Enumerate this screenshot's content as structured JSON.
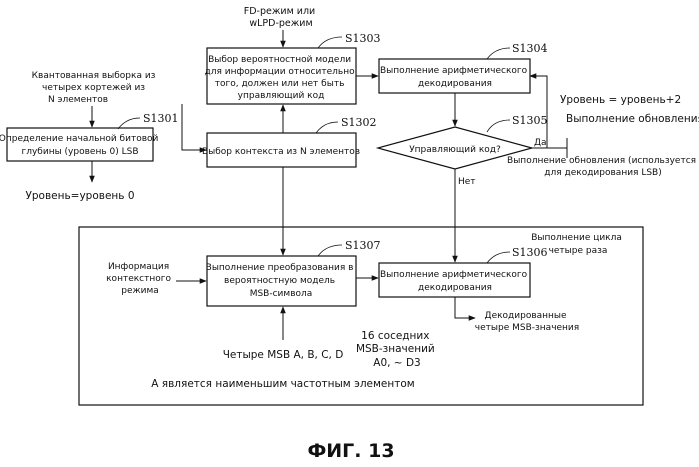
{
  "inputs": {
    "mode": [
      "FD-режим или",
      "wLPD-режим"
    ],
    "quantized": [
      "Квантованная выборка из",
      "четырех кортежей из",
      "N элементов"
    ],
    "context_info": [
      "Информация",
      "контекстного",
      "режима"
    ],
    "four_msb": "Четыре MSB A, B, C, D"
  },
  "steps": {
    "s1301": {
      "id": "S1301",
      "lines": [
        "Определение начальной битовой",
        "глубины (уровень 0) LSB"
      ]
    },
    "s1302": {
      "id": "S1302",
      "lines": [
        "Выбор контекста из N элементов"
      ]
    },
    "s1303": {
      "id": "S1303",
      "lines": [
        "Выбор вероятностной модели",
        "для информации относительно",
        "того, должен или нет быть",
        "управляющий код"
      ]
    },
    "s1304": {
      "id": "S1304",
      "lines": [
        "Выполнение арифметического",
        "декодирования"
      ]
    },
    "s1305": {
      "id": "S1305",
      "lines": [
        "Управляющий код?"
      ]
    },
    "s1306": {
      "id": "S1306",
      "lines": [
        "Выполнение арифметического",
        "декодирования"
      ]
    },
    "s1307": {
      "id": "S1307",
      "lines": [
        "Выполнение преобразования в",
        "вероятностную модель",
        "MSB-символа"
      ]
    }
  },
  "annotations": {
    "level0": "Уровень=уровень 0",
    "level_plus2": "Уровень = уровень+2",
    "update": "Выполнение обновления",
    "update_note": [
      "Выполнение обновления (используется",
      "для декодирования LSB)"
    ],
    "yes": "Да",
    "no": "Нет",
    "loop": [
      "Выполнение цикла",
      "четыре раза"
    ],
    "decoded": [
      "Декодированные",
      "четыре MSB-значения"
    ],
    "neighbors": [
      "16 соседних",
      "MSB-значений",
      "A0, ~ D3"
    ],
    "lowest": "A является наименьшим частотным элементом"
  },
  "figure_label": "ФИГ. 13"
}
